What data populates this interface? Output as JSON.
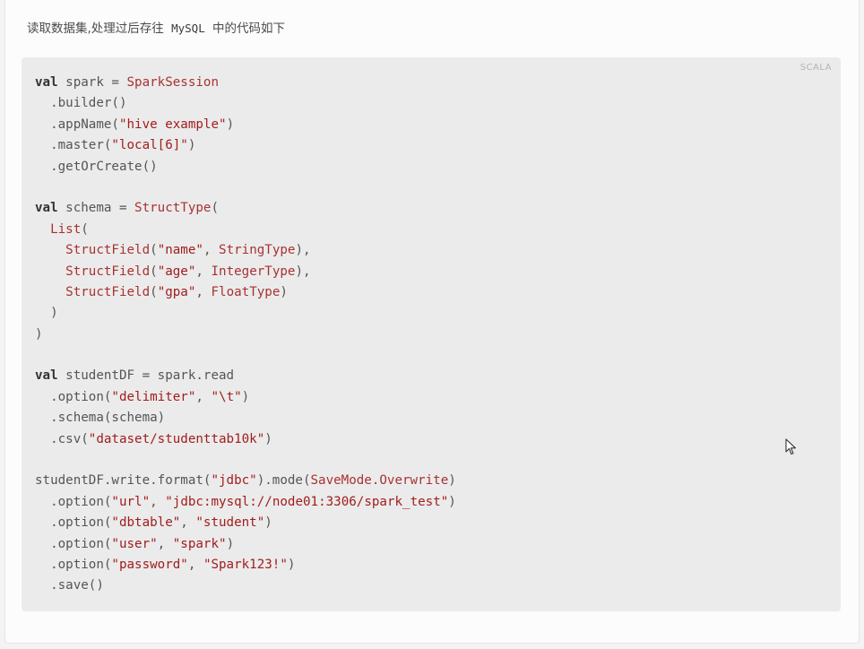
{
  "intro": {
    "text_before": "读取数据集,处理过后存往",
    "inline_code": "MySQL",
    "text_after": "中的代码如下"
  },
  "code_block": {
    "language": "SCALA",
    "lines": [
      [
        {
          "t": "kw",
          "v": "val"
        },
        {
          "t": "pl",
          "v": " spark = "
        },
        {
          "t": "ty",
          "v": "SparkSession"
        }
      ],
      [
        {
          "t": "pl",
          "v": "  .builder()"
        }
      ],
      [
        {
          "t": "pl",
          "v": "  .appName("
        },
        {
          "t": "str",
          "v": "\"hive example\""
        },
        {
          "t": "pl",
          "v": ")"
        }
      ],
      [
        {
          "t": "pl",
          "v": "  .master("
        },
        {
          "t": "str",
          "v": "\"local[6]\""
        },
        {
          "t": "pl",
          "v": ")"
        }
      ],
      [
        {
          "t": "pl",
          "v": "  .getOrCreate()"
        }
      ],
      [],
      [
        {
          "t": "kw",
          "v": "val"
        },
        {
          "t": "pl",
          "v": " schema = "
        },
        {
          "t": "ty",
          "v": "StructType"
        },
        {
          "t": "pl",
          "v": "("
        }
      ],
      [
        {
          "t": "pl",
          "v": "  "
        },
        {
          "t": "ty",
          "v": "List"
        },
        {
          "t": "pl",
          "v": "("
        }
      ],
      [
        {
          "t": "pl",
          "v": "    "
        },
        {
          "t": "ty",
          "v": "StructField"
        },
        {
          "t": "pl",
          "v": "("
        },
        {
          "t": "str",
          "v": "\"name\""
        },
        {
          "t": "pl",
          "v": ", "
        },
        {
          "t": "ty",
          "v": "StringType"
        },
        {
          "t": "pl",
          "v": "),"
        }
      ],
      [
        {
          "t": "pl",
          "v": "    "
        },
        {
          "t": "ty",
          "v": "StructField"
        },
        {
          "t": "pl",
          "v": "("
        },
        {
          "t": "str",
          "v": "\"age\""
        },
        {
          "t": "pl",
          "v": ", "
        },
        {
          "t": "ty",
          "v": "IntegerType"
        },
        {
          "t": "pl",
          "v": "),"
        }
      ],
      [
        {
          "t": "pl",
          "v": "    "
        },
        {
          "t": "ty",
          "v": "StructField"
        },
        {
          "t": "pl",
          "v": "("
        },
        {
          "t": "str",
          "v": "\"gpa\""
        },
        {
          "t": "pl",
          "v": ", "
        },
        {
          "t": "ty",
          "v": "FloatType"
        },
        {
          "t": "pl",
          "v": ")"
        }
      ],
      [
        {
          "t": "pl",
          "v": "  )"
        }
      ],
      [
        {
          "t": "pl",
          "v": ")"
        }
      ],
      [],
      [
        {
          "t": "kw",
          "v": "val"
        },
        {
          "t": "pl",
          "v": " studentDF = spark.read"
        }
      ],
      [
        {
          "t": "pl",
          "v": "  .option("
        },
        {
          "t": "str",
          "v": "\"delimiter\""
        },
        {
          "t": "pl",
          "v": ", "
        },
        {
          "t": "str",
          "v": "\"\\t\""
        },
        {
          "t": "pl",
          "v": ")"
        }
      ],
      [
        {
          "t": "pl",
          "v": "  .schema(schema)"
        }
      ],
      [
        {
          "t": "pl",
          "v": "  .csv("
        },
        {
          "t": "str",
          "v": "\"dataset/studenttab10k\""
        },
        {
          "t": "pl",
          "v": ")"
        }
      ],
      [],
      [
        {
          "t": "pl",
          "v": "studentDF.write.format("
        },
        {
          "t": "str",
          "v": "\"jdbc\""
        },
        {
          "t": "pl",
          "v": ").mode("
        },
        {
          "t": "ty",
          "v": "SaveMode.Overwrite"
        },
        {
          "t": "pl",
          "v": ")"
        }
      ],
      [
        {
          "t": "pl",
          "v": "  .option("
        },
        {
          "t": "str",
          "v": "\"url\""
        },
        {
          "t": "pl",
          "v": ", "
        },
        {
          "t": "str",
          "v": "\"jdbc:mysql://node01:3306/spark_test\""
        },
        {
          "t": "pl",
          "v": ")"
        }
      ],
      [
        {
          "t": "pl",
          "v": "  .option("
        },
        {
          "t": "str",
          "v": "\"dbtable\""
        },
        {
          "t": "pl",
          "v": ", "
        },
        {
          "t": "str",
          "v": "\"student\""
        },
        {
          "t": "pl",
          "v": ")"
        }
      ],
      [
        {
          "t": "pl",
          "v": "  .option("
        },
        {
          "t": "str",
          "v": "\"user\""
        },
        {
          "t": "pl",
          "v": ", "
        },
        {
          "t": "str",
          "v": "\"spark\""
        },
        {
          "t": "pl",
          "v": ")"
        }
      ],
      [
        {
          "t": "pl",
          "v": "  .option("
        },
        {
          "t": "str",
          "v": "\"password\""
        },
        {
          "t": "pl",
          "v": ", "
        },
        {
          "t": "str",
          "v": "\"Spark123!\""
        },
        {
          "t": "pl",
          "v": ")"
        }
      ],
      [
        {
          "t": "pl",
          "v": "  .save()"
        }
      ]
    ]
  },
  "colors": {
    "page_background": "#f3f3f3",
    "code_background": "#ebebeb",
    "string": "#a11d1d",
    "type": "#a83232",
    "keyword": "#333333",
    "plain": "#555555"
  },
  "cursor": {
    "icon": "mouse-pointer-icon"
  }
}
